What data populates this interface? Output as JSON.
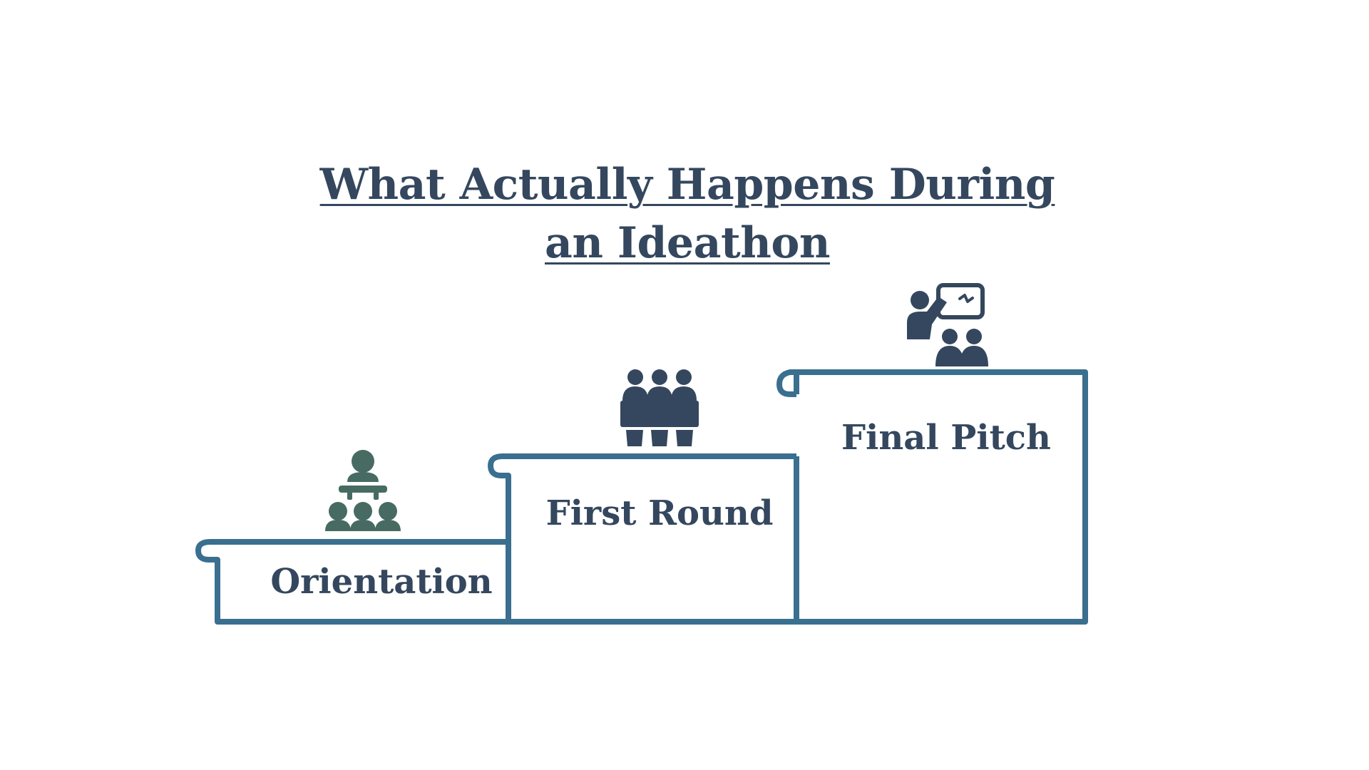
{
  "title": {
    "line1": "What Actually Happens During",
    "line2": "an Ideathon"
  },
  "steps": [
    {
      "label": "Orientation",
      "icon": "audience-presentation-icon",
      "icon_color": "#476b62"
    },
    {
      "label": "First Round",
      "icon": "team-table-icon",
      "icon_color": "#34475e"
    },
    {
      "label": "Final Pitch",
      "icon": "presenter-whiteboard-icon",
      "icon_color": "#34475e"
    }
  ],
  "colors": {
    "title": "#34475e",
    "outline": "#3a6f8f",
    "label": "#34475e"
  }
}
